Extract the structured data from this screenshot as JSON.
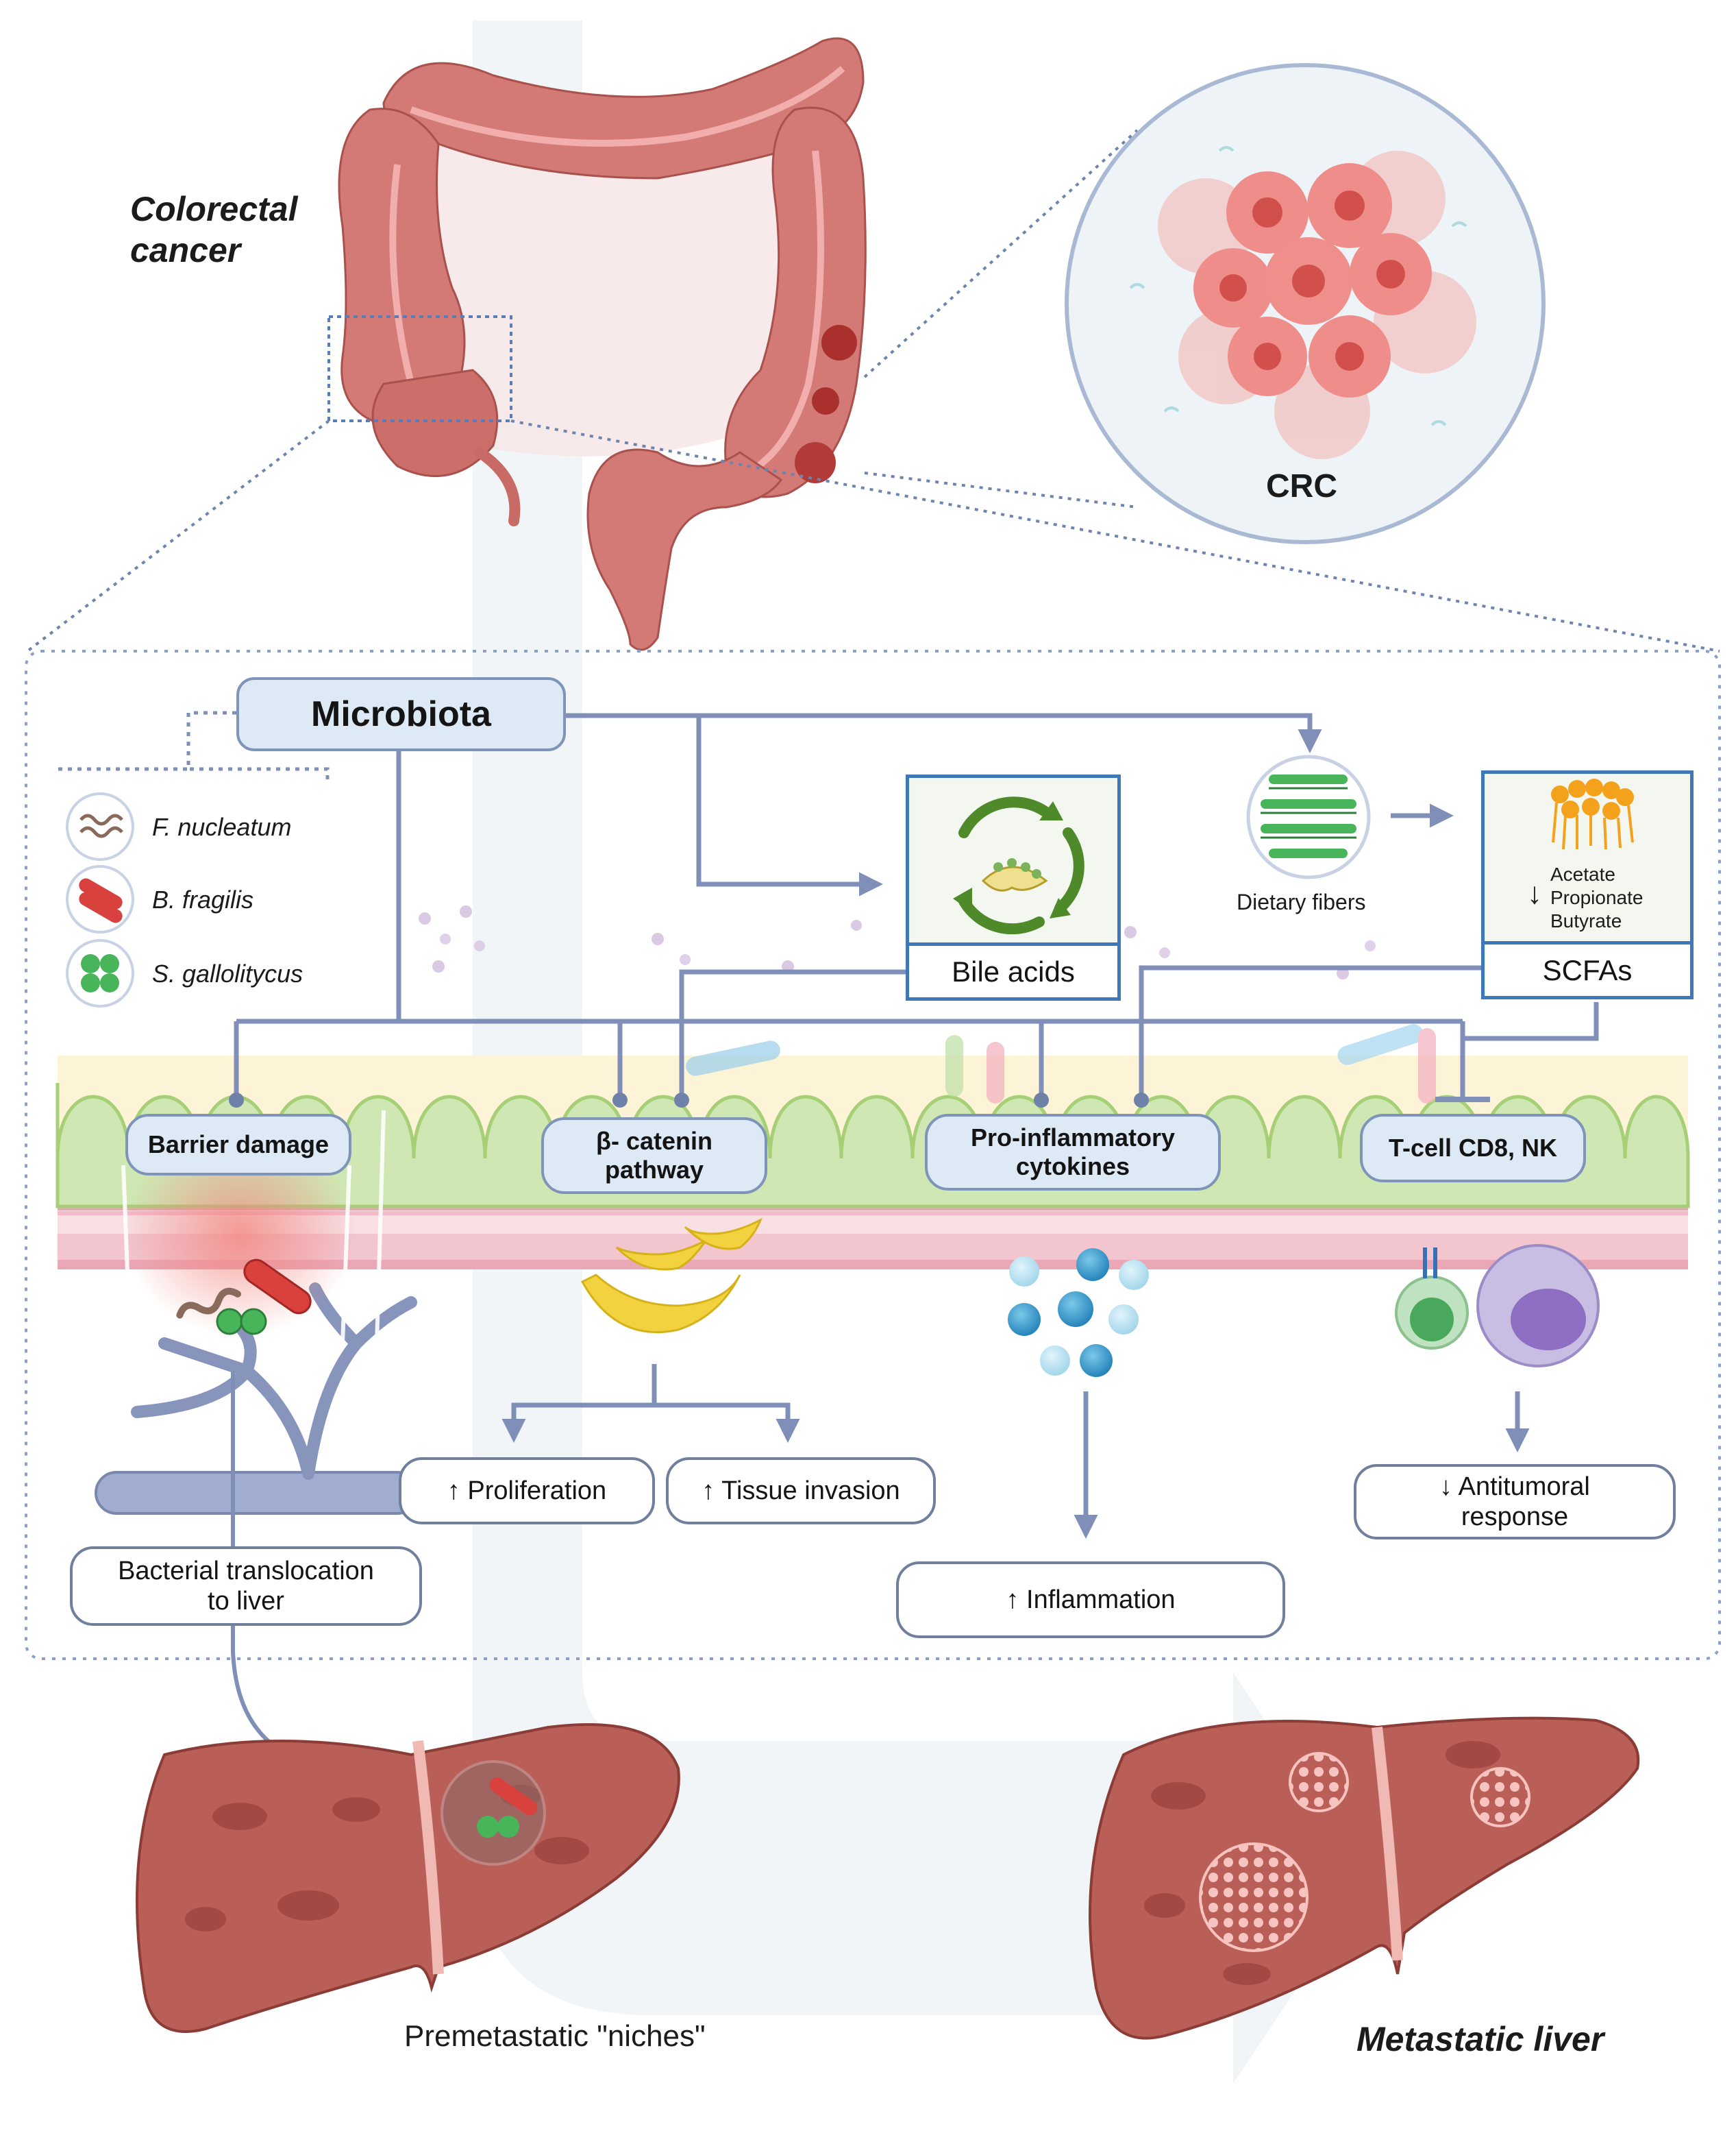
{
  "titles": {
    "colorectal": "Colorectal",
    "cancer": "cancer",
    "crc": "CRC",
    "premetastatic": "Premetastatic \"niches\"",
    "metastatic_liver": "Metastatic liver"
  },
  "microbiota": {
    "label": "Microbiota",
    "species": [
      "F. nucleatum",
      "B. fragilis",
      "S. gallolitycus"
    ]
  },
  "metabolites": {
    "bile_acids": "Bile acids",
    "dietary_fibers": "Dietary fibers",
    "scfas": "SCFAs",
    "scfa_arrow": "↓",
    "scfa_list": [
      "Acetate",
      "Propionate",
      "Butyrate"
    ]
  },
  "mechanisms": {
    "barrier_damage": "Barrier damage",
    "beta_catenin_1": "β- catenin",
    "beta_catenin_2": "pathway",
    "proinflammatory_1": "Pro-inflammatory",
    "proinflammatory_2": "cytokines",
    "tcell": "T-cell CD8, NK"
  },
  "outcomes": {
    "proliferation": "↑ Proliferation",
    "tissue_invasion": "↑ Tissue invasion",
    "inflammation": "↑ Inflammation",
    "antitumoral_1": "↓ Antitumoral",
    "antitumoral_2": "response",
    "translocation_1": "Bacterial translocation",
    "translocation_2": "to liver"
  },
  "colors": {
    "arrow": "#7f8fb8",
    "box_fill": "#dde9f5",
    "box_border": "#7e94b8",
    "square_border": "#3f78b8",
    "colon": "#d97b78",
    "liver": "#b85f58",
    "villi": "#b9dc8e",
    "bile_green": "#4f8a2a"
  }
}
